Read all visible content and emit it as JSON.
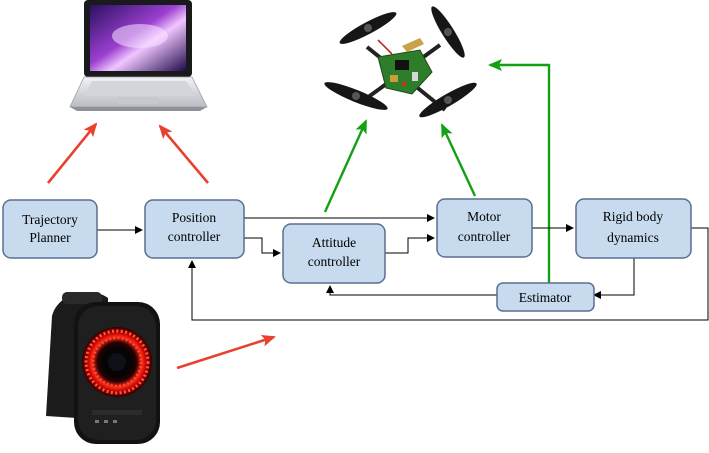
{
  "blocks": {
    "trajectory_planner": [
      "Trajectory",
      "Planner"
    ],
    "position_controller": [
      "Position",
      "controller"
    ],
    "attitude_controller": [
      "Attitude",
      "controller"
    ],
    "motor_controller": [
      "Motor",
      "controller"
    ],
    "rigid_body_dynamics": [
      "Rigid body",
      "dynamics"
    ],
    "estimator": [
      "Estimator"
    ]
  },
  "colors": {
    "block_fill": "#c7daee",
    "block_border": "#5a6f8e",
    "computer_link_arrow": "#e8412e",
    "quadrotor_link_arrow": "#13a013",
    "signal_line": "#000000"
  },
  "images": {
    "laptop": "laptop-icon",
    "quadrotor": "quadrotor-icon",
    "motion_capture_camera": "camera-icon"
  }
}
